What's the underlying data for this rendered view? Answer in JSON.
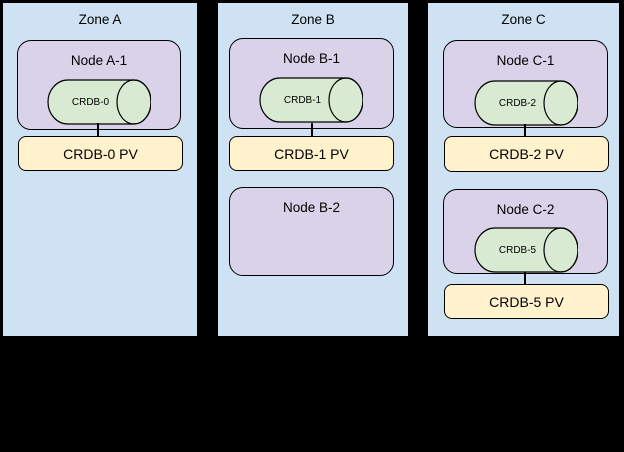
{
  "diagram": {
    "colors": {
      "background": "#000000",
      "zone_fill": "#cfe2f3",
      "node_fill": "#d9d2e9",
      "db_fill": "#d9ead3",
      "pv_fill": "#fff2cc",
      "border": "#000000"
    },
    "zones": [
      {
        "title": "Zone A",
        "nodes": [
          {
            "label": "Node A-1",
            "db": "CRDB-0",
            "pv": "CRDB-0 PV"
          }
        ]
      },
      {
        "title": "Zone B",
        "nodes": [
          {
            "label": "Node B-1",
            "db": "CRDB-1",
            "pv": "CRDB-1 PV"
          },
          {
            "label": "Node B-2"
          }
        ]
      },
      {
        "title": "Zone C",
        "nodes": [
          {
            "label": "Node C-1",
            "db": "CRDB-2",
            "pv": "CRDB-2 PV"
          },
          {
            "label": "Node C-2",
            "db": "CRDB-5",
            "pv": "CRDB-5 PV"
          }
        ]
      }
    ]
  }
}
